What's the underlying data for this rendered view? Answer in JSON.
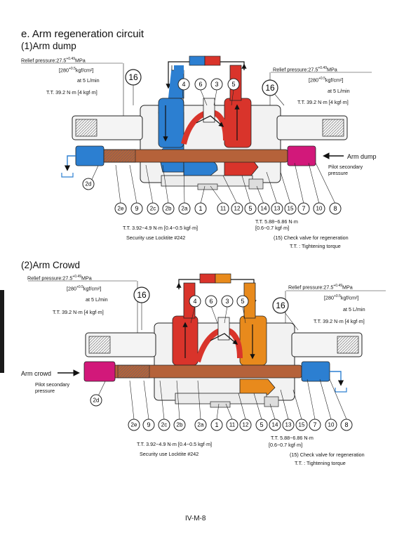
{
  "header": {
    "section_title": "e. Arm regeneration circuit"
  },
  "dump": {
    "subtitle": "(1)Arm dump",
    "relief_left": "Relief pressure:27.5",
    "relief_left_sup": "+0.49",
    "relief_left_sub": "0",
    "relief_left_unit": "MPa",
    "relief_left_kgf": "[280",
    "relief_left_kgf_sup": "+0.5",
    "relief_left_kgf_sub": "0",
    "relief_left_kgf_unit": "kgf/cm²]",
    "flow_left": "at 5 L/min",
    "tt_left": "T.T. 39.2 N·m [4 kgf·m]",
    "relief_right": "Relief pressure:27.5",
    "relief_right_sup": "+0.49",
    "relief_right_sub": "0",
    "relief_right_unit": "MPa",
    "relief_right_kgf": "[280",
    "relief_right_kgf_sup": "+0.5",
    "relief_right_kgf_sub": "0",
    "relief_right_kgf_unit": "kgf/cm²]",
    "flow_right": "at 5 L/min",
    "tt_right": "T.T. 39.2 N·m [4 kgf·m]",
    "pilot_label": "Arm dump",
    "pilot_sub": "Pilot secondary pressure",
    "tt_bottom": "T.T. 3.92~4.9 N·m [0.4~0.5 kgf·m]",
    "locktite": "Security use Locktite #242",
    "tt_mid1": "T.T. 5.88~6.86 N·m",
    "tt_mid2": "[0.6~0.7 kgf·m]",
    "note1": "(15) Check valve for regeneration",
    "note2": "T.T. : Tightening torque"
  },
  "crowd": {
    "subtitle": "(2)Arm Crowd",
    "relief_left": "Relief pressure:27.5",
    "relief_left_sup": "+0.49",
    "relief_left_sub": "0",
    "relief_left_unit": "MPa",
    "relief_left_kgf": "[280",
    "relief_left_kgf_sup": "+0.5",
    "relief_left_kgf_sub": "0",
    "relief_left_kgf_unit": "kgf/cm²]",
    "flow_left": "at 5 L/min",
    "tt_left": "T.T. 39.2 N·m [4 kgf·m]",
    "relief_right": "Relief pressure:27.5",
    "relief_right_sup": "+0.49",
    "relief_right_sub": "0",
    "relief_right_unit": "MPa",
    "relief_right_kgf": "[280",
    "relief_right_kgf_sup": "+0.5",
    "relief_right_kgf_sub": "0",
    "relief_right_kgf_unit": "kgf/cm²]",
    "flow_right": "at 5 L/min",
    "tt_right": "T.T. 39.2 N·m [4 kgf·m]",
    "pilot_label": "Arm crowd",
    "pilot_sub": "Pilot secondary pressure",
    "tt_bottom": "T.T. 3.92~4.9 N·m [0.4~0.5 kgf·m]",
    "locktite": "Security use Locktite #242",
    "tt_mid1": "T.T. 5.88~6.86 N·m",
    "tt_mid2": "[0.6~0.7 kgf·m]",
    "note1": "(15) Check valve for regeneration",
    "note2": "T.T. : Tightening torque"
  },
  "callouts": {
    "c16": "16",
    "c4": "4",
    "c6": "6",
    "c3": "3",
    "c5": "5",
    "c2d": "2d",
    "c2e": "2e",
    "c9": "9",
    "c2c": "2c",
    "c2b": "2b",
    "c2a": "2a",
    "c1": "1",
    "c11": "11",
    "c12": "12",
    "c14": "14",
    "c13": "13",
    "c15": "15",
    "c7": "7",
    "c10": "10",
    "c8": "8"
  },
  "footer": {
    "page_number": "IV-M-8"
  },
  "colors": {
    "red": "#d9342b",
    "blue": "#2c7fd1",
    "orange": "#e88a1c",
    "brown": "#b5623a",
    "magenta": "#d2187a",
    "gray": "#c8c8c8",
    "outline": "#222222"
  }
}
